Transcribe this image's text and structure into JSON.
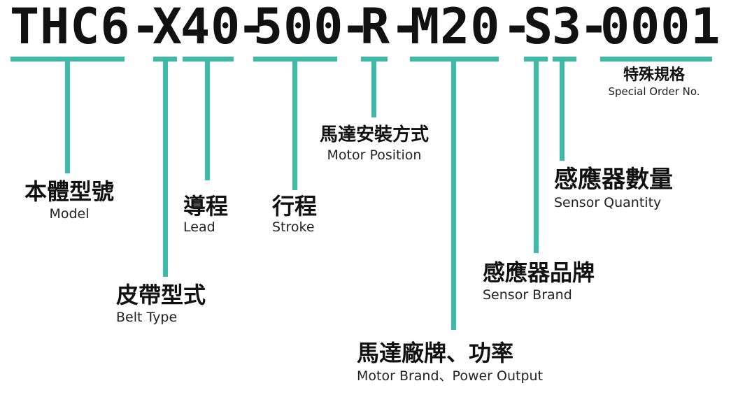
{
  "model_code": {
    "full": "THC6-X40-500-R-M20-S3-0001",
    "segments": [
      "THC6",
      "-",
      "X",
      "40",
      "-",
      "500",
      "-",
      "R",
      "-",
      "M20",
      "-",
      "S",
      "3",
      "-",
      "0001"
    ]
  },
  "labels": {
    "model": {
      "zh": "本體型號",
      "en": "Model"
    },
    "belt_type": {
      "zh": "皮帶型式",
      "en": "Belt Type"
    },
    "lead": {
      "zh": "導程",
      "en": "Lead"
    },
    "stroke": {
      "zh": "行程",
      "en": "Stroke"
    },
    "motor_position": {
      "zh": "馬達安裝方式",
      "en": "Motor Position"
    },
    "motor_brand": {
      "zh": "馬達廠牌、功率",
      "en": "Motor Brand、Power Output"
    },
    "sensor_brand": {
      "zh": "感應器品牌",
      "en": "Sensor Brand"
    },
    "sensor_quantity": {
      "zh": "感應器數量",
      "en": "Sensor Quantity"
    },
    "special_order": {
      "zh": "特殊規格",
      "en": "Special Order No."
    }
  },
  "colors": {
    "accent": "#3dbba8",
    "text": "#111111"
  }
}
